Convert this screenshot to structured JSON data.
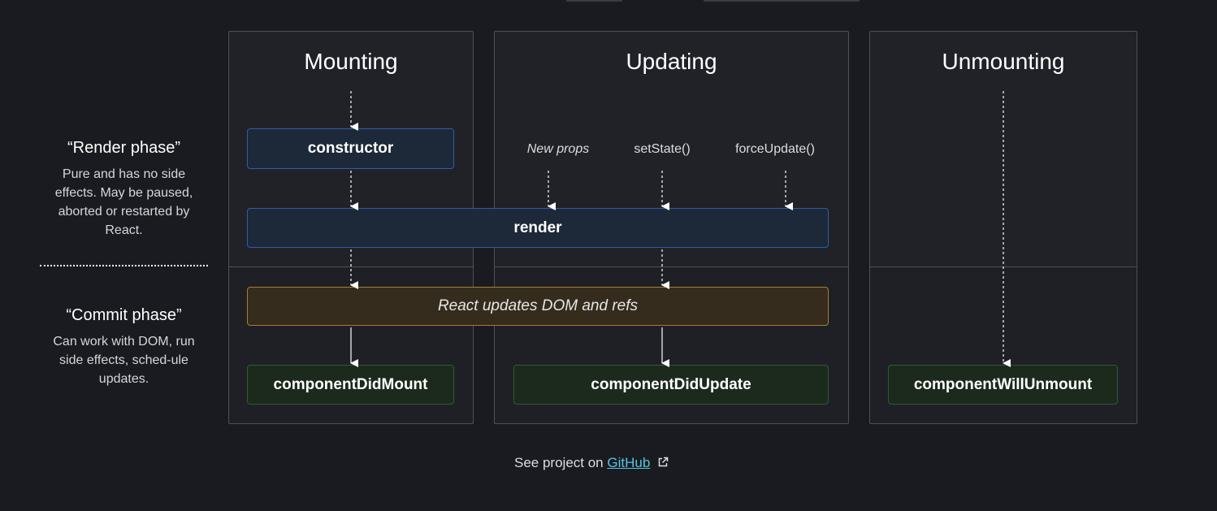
{
  "phases": {
    "render": {
      "title": "“Render phase”",
      "description": "Pure and has no side effects. May be paused, aborted or restarted by React."
    },
    "commit": {
      "title": "“Commit phase”",
      "description": "Can work with DOM, run side effects, sched-ule updates."
    }
  },
  "columns": {
    "mounting": {
      "title": "Mounting"
    },
    "updating": {
      "title": "Updating"
    },
    "unmounting": {
      "title": "Unmounting"
    }
  },
  "boxes": {
    "constructor": "constructor",
    "render": "render",
    "react_updates": "React updates DOM and refs",
    "component_did_mount": "componentDidMount",
    "component_did_update": "componentDidUpdate",
    "component_will_unmount": "componentWillUnmount"
  },
  "triggers": {
    "new_props": "New props",
    "set_state": "setState()",
    "force_update": "forceUpdate()"
  },
  "footer": {
    "prefix": "See project on ",
    "link_label": "GitHub",
    "link_icon": "external-link-icon"
  },
  "colors": {
    "background": "#1a1b21",
    "render_box_border": "#2f5da7",
    "commit_box_border": "#a57f2d",
    "did_box_border": "#2f5a2f",
    "link": "#58c4dc"
  }
}
